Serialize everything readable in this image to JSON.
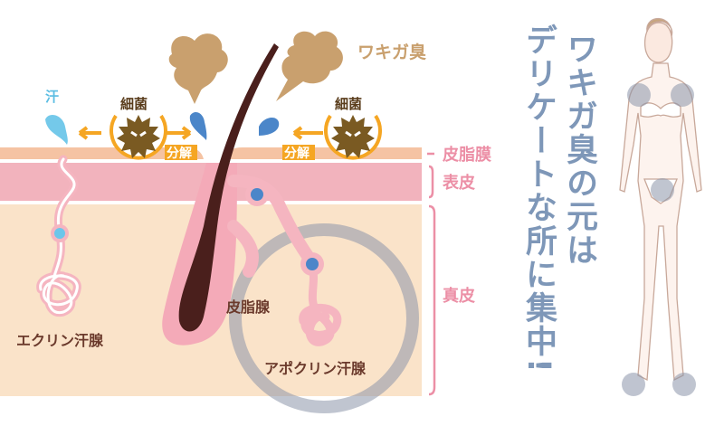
{
  "title": "ワキガ臭",
  "labels": {
    "sweat": "汗",
    "bacteria_left": "細菌",
    "bacteria_right": "細菌",
    "decompose_left": "分解",
    "decompose_right": "分解",
    "eccrine": "エクリン汗腺",
    "sebaceous": "皮脂腺",
    "apocrine": "アポクリン汗腺"
  },
  "layers": {
    "sebum_film": "皮脂膜",
    "epidermis": "表皮",
    "dermis": "真皮"
  },
  "headline": {
    "line1": "ワキガ臭の元は",
    "line2": "デリケートな所に集中!"
  },
  "colors": {
    "sebum": "#f5c3a3",
    "epidermis": "#f2b3bd",
    "dermis": "#fae3c9",
    "layer_label": "#ec8fa6",
    "headline": "#7e97b8",
    "bacteria_ring": "#f5a623",
    "odor": "#c9a06e"
  }
}
